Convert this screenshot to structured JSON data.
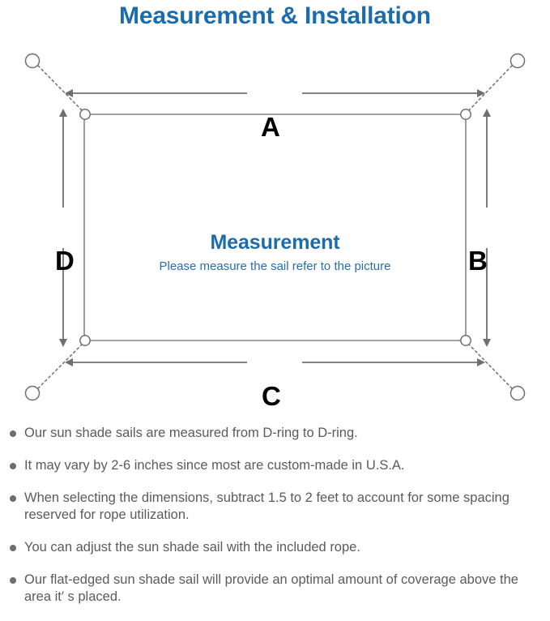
{
  "page": {
    "title": "Measurement & Installation",
    "title_color": "#1b6cac"
  },
  "diagram": {
    "name": "sun-shade-sail-measurement-diagram",
    "center_heading": "Measurement",
    "center_subtext": "Please measure the sail refer to the picture",
    "dimension_labels": {
      "top": "A",
      "right": "B",
      "bottom": "C",
      "left": "D"
    },
    "line_color": "#6f6f71",
    "sail_edge_color": "#7a7a7c",
    "anchor_ring_label": "anchor-ring",
    "d_ring_label": "d-ring",
    "rope_label": "rope-dotted-line"
  },
  "notes": [
    "Our sun shade sails are measured from D-ring to D-ring.",
    "It may vary by 2-6 inches since most are custom-made in U.S.A.",
    "When selecting the dimensions, subtract 1.5 to 2 feet to account for some spacing reserved for rope utilization.",
    "You can adjust the sun shade sail with the included rope.",
    "Our flat-edged sun shade sail will provide an optimal amount of coverage above the area it′ s placed."
  ]
}
